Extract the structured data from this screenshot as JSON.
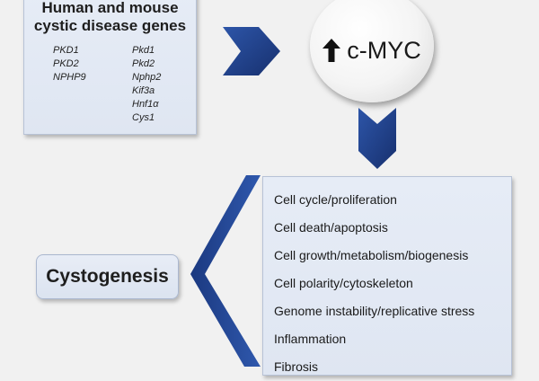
{
  "genes_box": {
    "title_line1": "Human and mouse",
    "title_line2": "cystic disease genes",
    "human_genes": [
      "PKD1",
      "PKD2",
      "NPHP9"
    ],
    "mouse_genes": [
      "Pkd1",
      "Pkd2",
      "Nphp2",
      "Kif3a",
      "Hnf1α",
      "Cys1"
    ]
  },
  "central_node": {
    "arrow_icon": "up-arrow-icon",
    "label": "c-MYC"
  },
  "effects_box": {
    "items": [
      "Cell cycle/proliferation",
      "Cell death/apoptosis",
      "Cell growth/metabolism/biogenesis",
      "Cell polarity/cytoskeleton",
      "Genome instability/replicative stress",
      "Inflammation",
      "Fibrosis"
    ]
  },
  "outcome": {
    "label": "Cystogenesis"
  },
  "watermark": "",
  "colors": {
    "arrow_navy": "#1f3f8a",
    "panel_bg": "#e2e8f4",
    "background": "#f1f1f1"
  }
}
